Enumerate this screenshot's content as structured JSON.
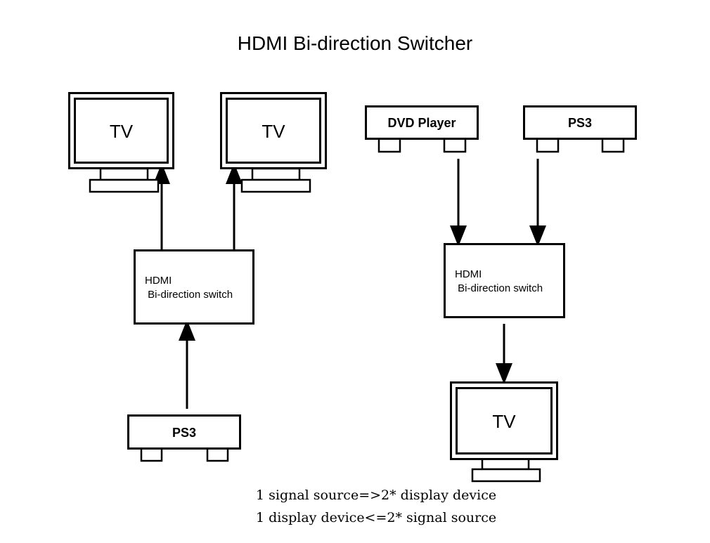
{
  "title": "HDMI Bi-direction Switcher",
  "left_diagram": {
    "tv1_label": "TV",
    "tv2_label": "TV",
    "switch_line1": "HDMI",
    "switch_line2": " Bi-direction switch",
    "source_label": "PS3"
  },
  "right_diagram": {
    "source1_label": "DVD Player",
    "source2_label": "PS3",
    "switch_line1": "HDMI",
    "switch_line2": " Bi-direction switch",
    "tv_label": "TV"
  },
  "footer": {
    "line1": "1 signal source=>2* display device",
    "line2": "1 display device<=2* signal source"
  }
}
